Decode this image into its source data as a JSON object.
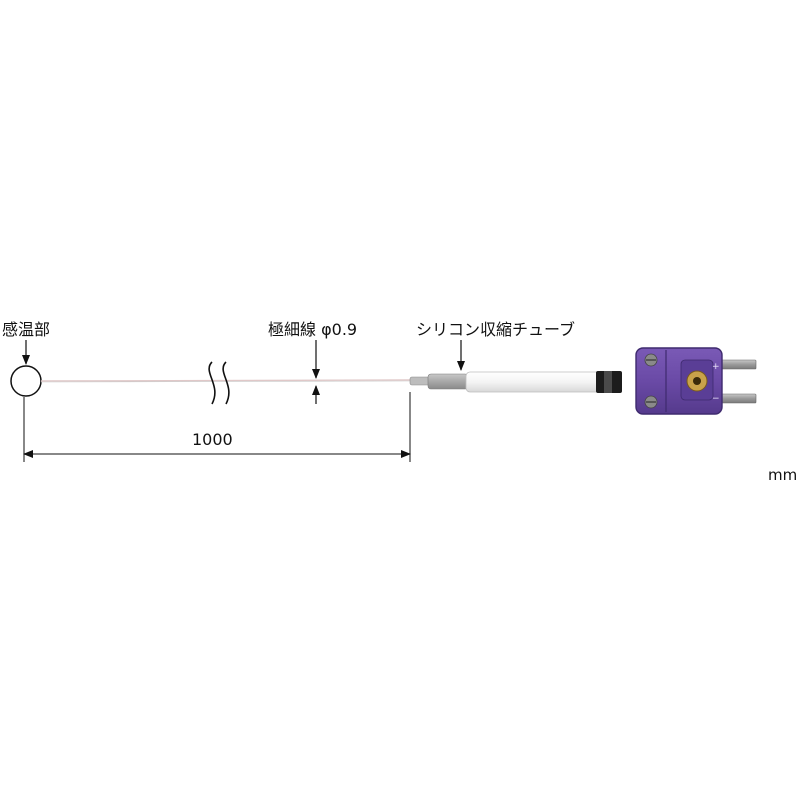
{
  "labels": {
    "sensing_part": "感温部",
    "fine_wire": "極細線 φ0.9",
    "silicone_tube": "シリコン収縮チューブ",
    "length": "1000",
    "unit": "mm"
  },
  "connector": {
    "pin_top_mark": "+",
    "pin_bottom_mark": "−"
  },
  "colors": {
    "connector_body": "#6a4aa6",
    "connector_edge": "#3e2a6e",
    "silicone_tube": "#f4f4f4",
    "grey_sleeve": "#a8a8a8",
    "black_band": "#1c1c1c",
    "brass_terminal": "#c9a24a",
    "pin": "#9a9a9a"
  }
}
